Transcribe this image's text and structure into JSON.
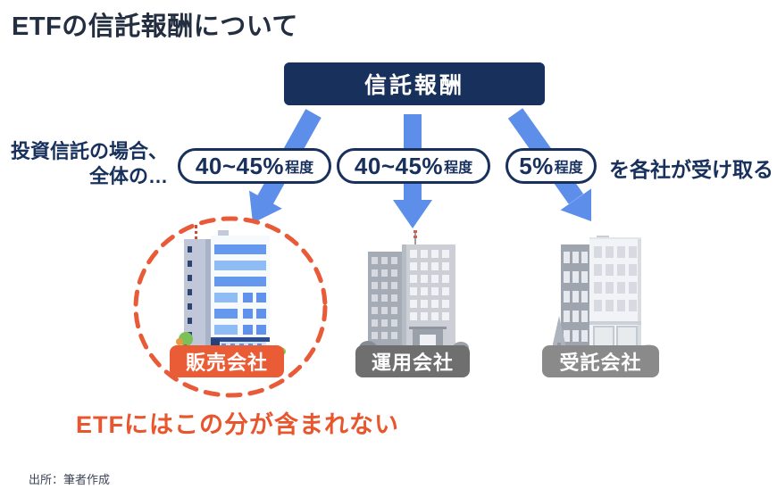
{
  "title": "ETFの信託報酬について",
  "root": {
    "label": "信託報酬"
  },
  "left_note": {
    "line1": "投資信託の場合、",
    "line2": "全体の…"
  },
  "right_note": "を各社が受け取る",
  "branches": [
    {
      "share": "40~45%",
      "unit": "程度",
      "company": "販売会社"
    },
    {
      "share": "40~45%",
      "unit": "程度",
      "company": "運用会社"
    },
    {
      "share": "5%",
      "unit": "程度",
      "company": "受託会社"
    }
  ],
  "callout": "ETFにはこの分が含まれない",
  "source": "出所：筆者作成",
  "colors": {
    "navy": "#17305c",
    "arrow_blue": "#5d8ee9",
    "highlight_orange": "#e85a38",
    "sales_label_orange": "#ea5c35",
    "management_label_gray": "#6f6f6f",
    "trustee_label_gray": "#8a8a8a"
  }
}
